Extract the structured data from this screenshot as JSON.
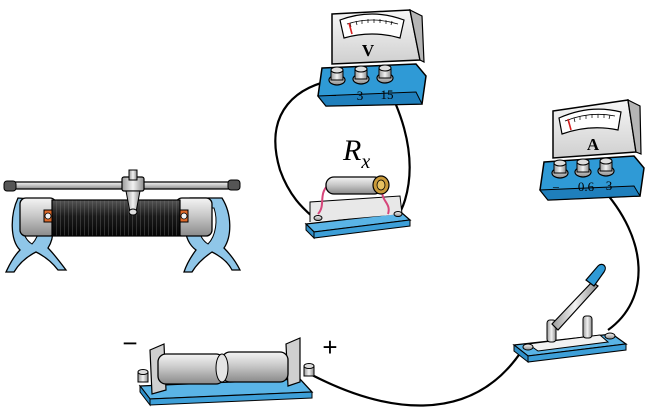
{
  "voltmeter": {
    "symbol": "V",
    "terminals": [
      "−",
      "3",
      "15"
    ]
  },
  "ammeter": {
    "symbol": "A",
    "terminals": [
      "−",
      "0.6",
      "3"
    ]
  },
  "resistor": {
    "label_main": "R",
    "label_sub": "x"
  },
  "battery": {
    "negative_label": "−",
    "positive_label": "+"
  },
  "colors": {
    "meter_blue": "#2f9ad6",
    "base_blue": "#5ab4e6",
    "wire": "#000000",
    "lead_pink": "#d6457a",
    "needle": "#d62020"
  }
}
